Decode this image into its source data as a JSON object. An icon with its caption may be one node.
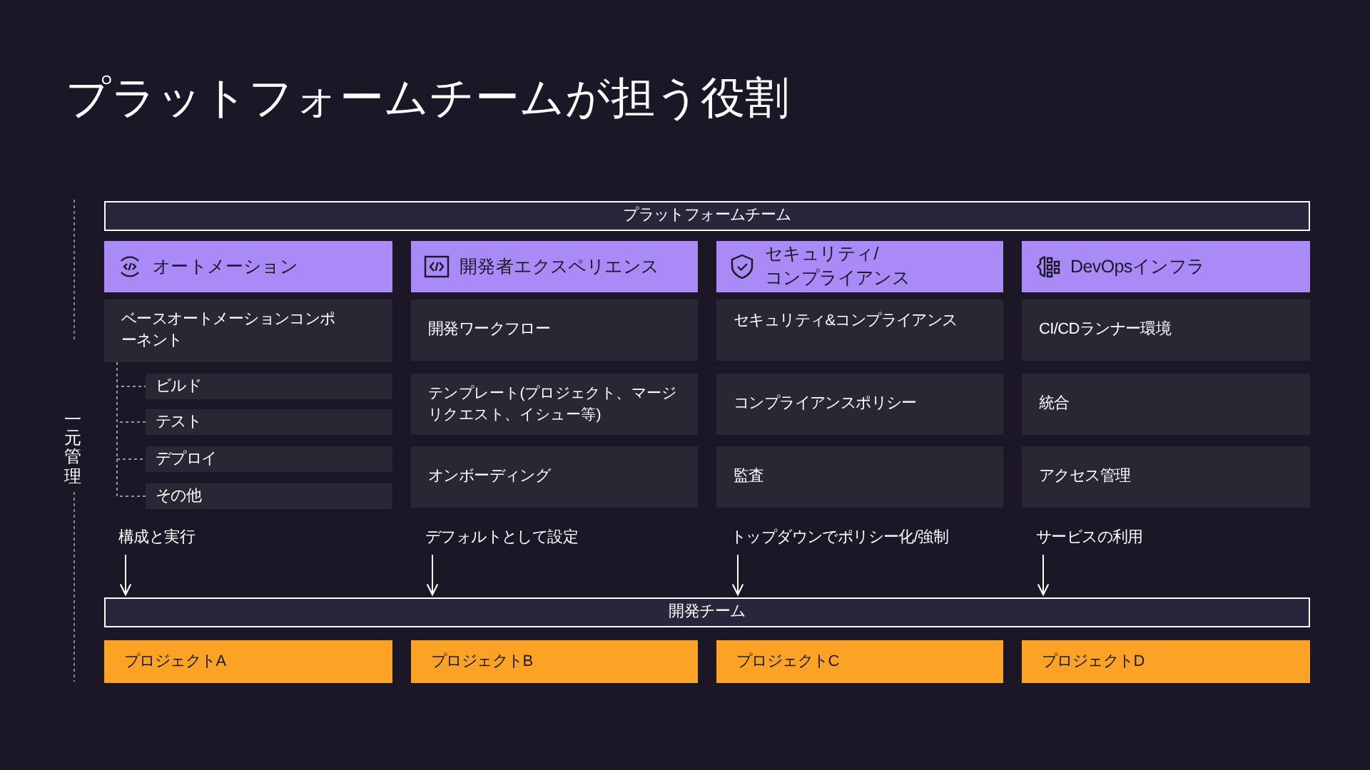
{
  "diagram": {
    "title": "プラットフォームチームが担う役割",
    "nodes": [
      {
        "text": [
          "プラットフォームチーム"
        ]
      },
      {
        "text": [
          "オートメーション"
        ]
      },
      {
        "text": [
          "開発者エクスペリエンス"
        ]
      },
      {
        "text": [
          "セキュリティ/コンプライアンス"
        ]
      },
      {
        "text": [
          "DevOpsインフラ"
        ]
      },
      {
        "text": [
          "ベースオートメーションコンポーネント"
        ]
      },
      {
        "text": [
          "ビルド"
        ]
      },
      {
        "text": [
          "テスト"
        ]
      },
      {
        "text": [
          "デプロイ"
        ]
      },
      {
        "text": [
          "その他"
        ]
      },
      {
        "text": [
          "開発ワークフロー"
        ]
      },
      {
        "text": [
          "テンプレート(プロジェクト、マージリクエスト、イシュー等)"
        ]
      },
      {
        "text": [
          "オンボーディング"
        ]
      },
      {
        "text": [
          "セキュリティ&コンプライアンス"
        ]
      },
      {
        "text": [
          "コンプライアンスポリシー"
        ]
      },
      {
        "text": [
          "監査"
        ]
      },
      {
        "text": [
          "CI/CDランナー環境"
        ]
      },
      {
        "text": [
          "統合"
        ]
      },
      {
        "text": [
          "アクセス管理"
        ]
      },
      {
        "text": [
          "構成と実行"
        ]
      },
      {
        "text": [
          "デフォルトとして設定"
        ]
      },
      {
        "text": [
          "トップダウンでポリシー化/強制"
        ]
      },
      {
        "text": [
          "サービスの利用"
        ]
      },
      {
        "text": [
          "開発チーム"
        ]
      },
      {
        "text": [
          "プロジェクトA"
        ]
      },
      {
        "text": [
          "プロジェクトB"
        ]
      },
      {
        "text": [
          "プロジェクトC"
        ]
      },
      {
        "text": [
          "プロジェクトD"
        ]
      }
    ],
    "edges": [
      {
        "from": 5,
        "to": 6,
        "arrow": "none",
        "style": "dashed"
      },
      {
        "from": 5,
        "to": 7,
        "arrow": "none",
        "style": "dashed"
      },
      {
        "from": 5,
        "to": 8,
        "arrow": "none",
        "style": "dashed"
      },
      {
        "from": 5,
        "to": 9,
        "arrow": "none",
        "style": "dashed"
      },
      {
        "from": 19,
        "to": 23,
        "arrow": "to",
        "color": "#ffffff"
      },
      {
        "from": 20,
        "to": 23,
        "arrow": "to",
        "color": "#ffffff"
      },
      {
        "from": 21,
        "to": 23,
        "arrow": "to",
        "color": "#ffffff"
      },
      {
        "from": 22,
        "to": 23,
        "arrow": "to",
        "color": "#ffffff"
      }
    ],
    "labels": [
      "一元管理"
    ]
  }
}
